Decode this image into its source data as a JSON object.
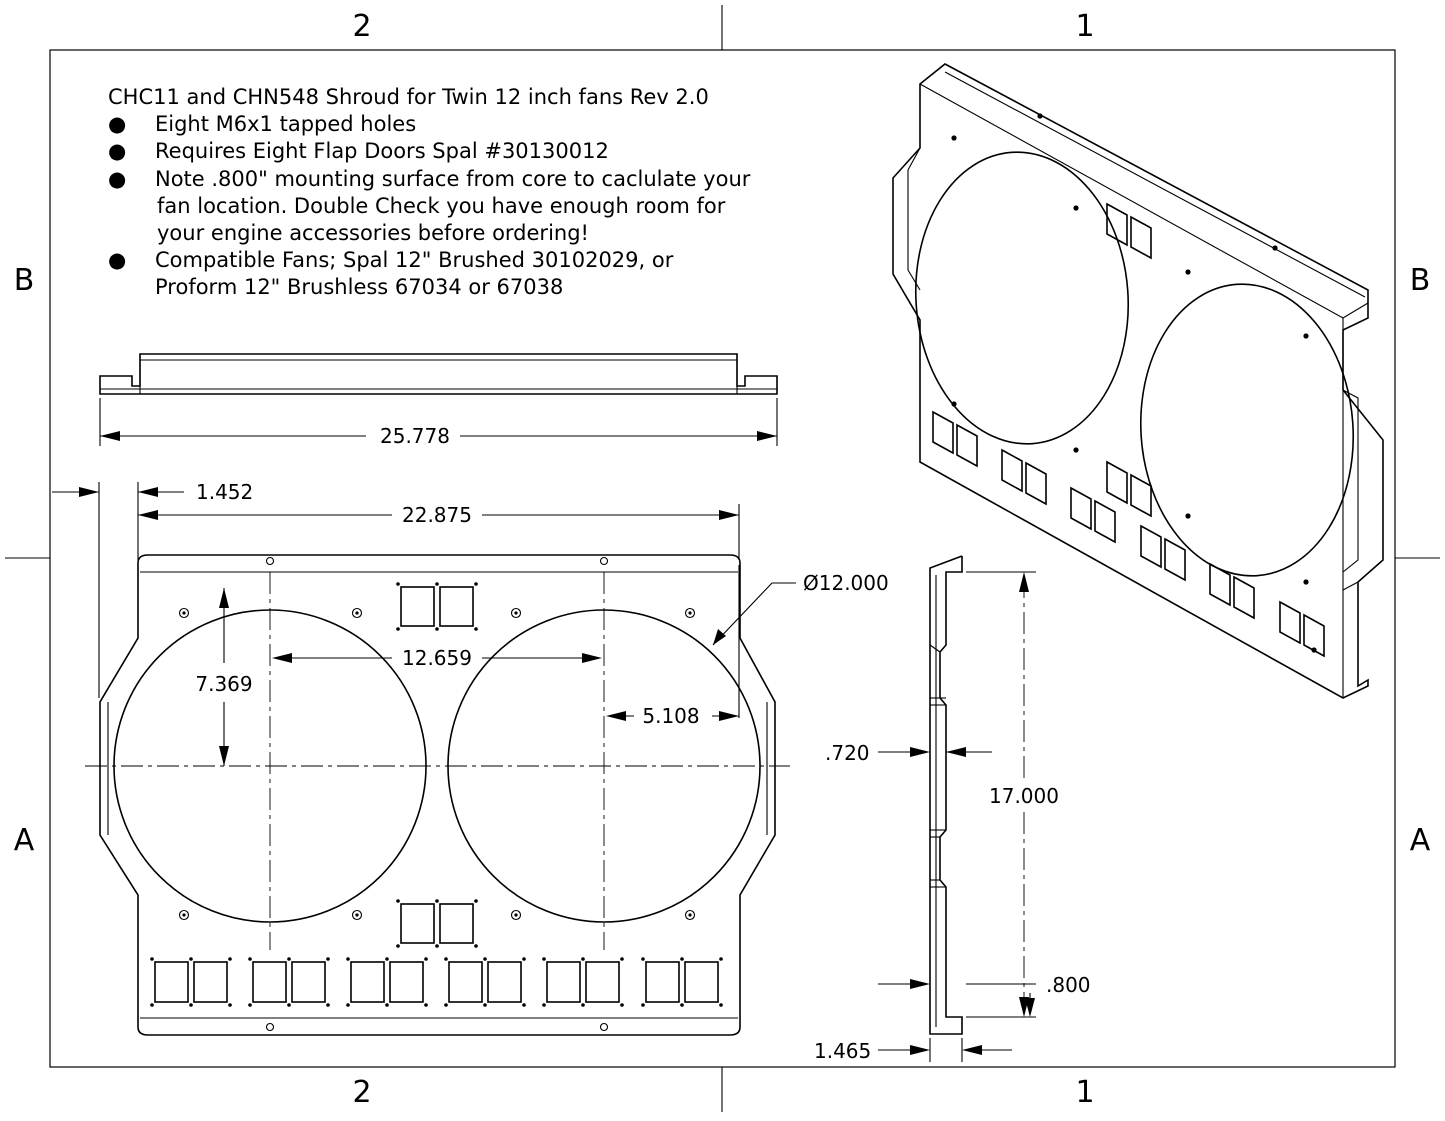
{
  "zones": {
    "top_left": "2",
    "top_right": "1",
    "bottom_left": "2",
    "bottom_right": "1",
    "left_upper": "B",
    "left_lower": "A",
    "right_upper": "B",
    "right_lower": "A"
  },
  "notes": {
    "title": "CHC11 and CHN548 Shroud for Twin 12 inch fans Rev 2.0",
    "bullet": "●",
    "item1": "Eight M6x1 tapped holes",
    "item2": "Requires Eight Flap Doors Spal #30130012",
    "item3_line1": "Note .800\" mounting surface from core to caclulate your",
    "item3_line2": "fan location.  Double Check you have enough room for",
    "item3_line3": "your engine accessories before ordering!",
    "item4_line1": "Compatible Fans; Spal 12\" Brushed 30102029, or",
    "item4_line2": "Proform 12\" Brushless 67034 or 67038"
  },
  "dimensions": {
    "overall_width": "25.778",
    "edge_offset": "1.452",
    "hole_span": "22.875",
    "fan_spacing": "12.659",
    "fan_vertical": "7.369",
    "fan_edge": "5.108",
    "fan_diameter": "Ø12.000",
    "shroud_depth": ".720",
    "height": "17.000",
    "mount_surface": ".800",
    "flange": "1.465"
  }
}
